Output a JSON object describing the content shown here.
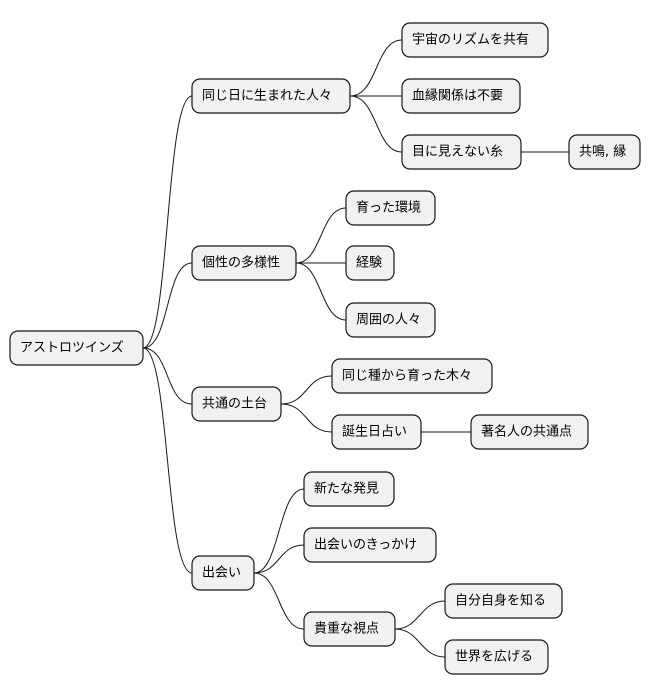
{
  "mindmap": {
    "root": "アストロツインズ",
    "branches": [
      {
        "label": "同じ日に生まれた人々",
        "children": [
          {
            "label": "宇宙のリズムを共有"
          },
          {
            "label": "血縁関係は不要"
          },
          {
            "label": "目に見えない糸",
            "children": [
              {
                "label": "共鳴, 縁"
              }
            ]
          }
        ]
      },
      {
        "label": "個性の多様性",
        "children": [
          {
            "label": "育った環境"
          },
          {
            "label": "経験"
          },
          {
            "label": "周囲の人々"
          }
        ]
      },
      {
        "label": "共通の土台",
        "children": [
          {
            "label": "同じ種から育った木々"
          },
          {
            "label": "誕生日占い",
            "children": [
              {
                "label": "著名人の共通点"
              }
            ]
          }
        ]
      },
      {
        "label": "出会い",
        "children": [
          {
            "label": "新たな発見"
          },
          {
            "label": "出会いのきっかけ"
          },
          {
            "label": "貴重な視点",
            "children": [
              {
                "label": "自分自身を知る"
              },
              {
                "label": "世界を広げる"
              }
            ]
          }
        ]
      }
    ]
  }
}
